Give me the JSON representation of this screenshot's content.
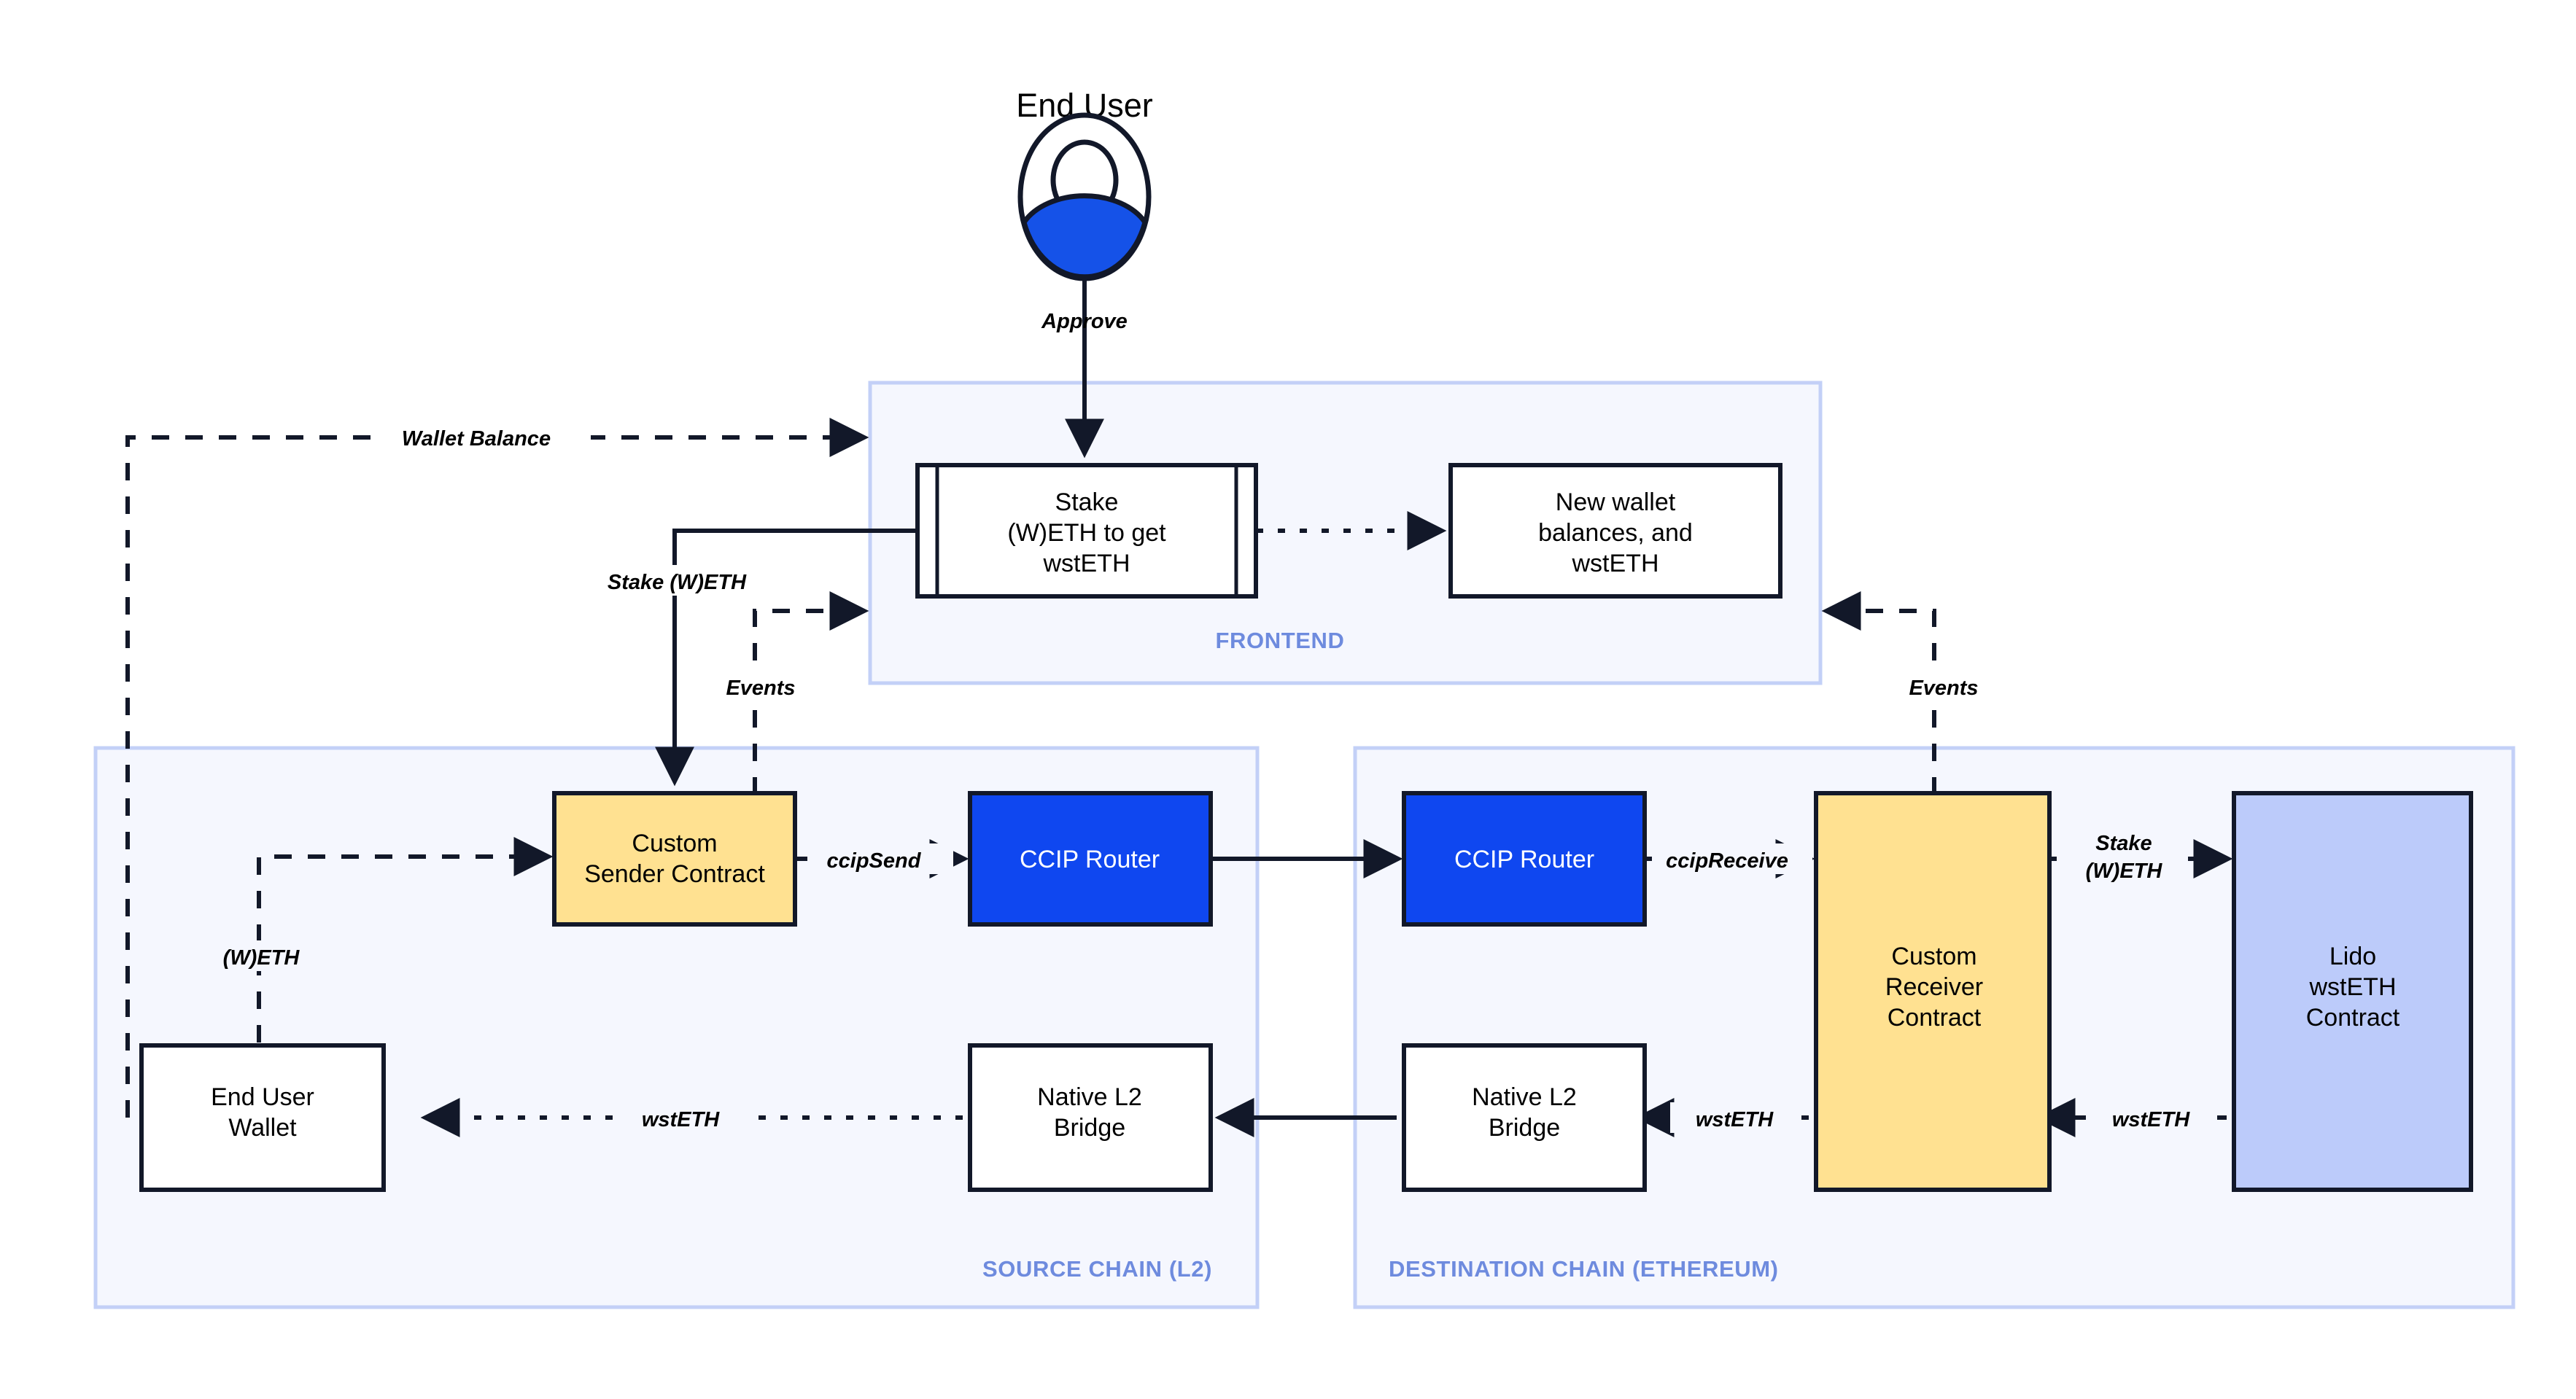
{
  "diagram": {
    "title": "Cross-chain wstETH staking architecture",
    "colors": {
      "panel_fill": "#F5F7FE",
      "panel_border": "#C3D0F7",
      "panel_label": "#6E8BDE",
      "node_stroke": "#121829",
      "yellow_fill": "#FFE191",
      "lavender_fill": "#BCCBFA",
      "blue_fill": "#0F47F0",
      "actor_accent": "#1552E8"
    }
  },
  "actor": {
    "title": "End User",
    "icon": "user-avatar-icon"
  },
  "panels": [
    {
      "id": "frontend",
      "label": "FRONTEND"
    },
    {
      "id": "source",
      "label": "SOURCE CHAIN (L2)"
    },
    {
      "id": "destination",
      "label": "DESTINATION CHAIN (ETHEREUM)"
    }
  ],
  "nodes": {
    "stake_action": {
      "lines": [
        "Stake",
        "(W)ETH to get",
        "wstETH"
      ],
      "shape": "subroutine",
      "fill": "white"
    },
    "new_balances": {
      "lines": [
        "New wallet",
        "balances, and",
        "wstETH"
      ],
      "shape": "rect",
      "fill": "white"
    },
    "end_user_wallet": {
      "lines": [
        "End User",
        "Wallet"
      ],
      "shape": "rect",
      "fill": "white"
    },
    "custom_sender": {
      "lines": [
        "Custom",
        "Sender Contract"
      ],
      "shape": "rect",
      "fill": "yellow"
    },
    "ccip_router_src": {
      "lines": [
        "CCIP Router"
      ],
      "shape": "rect",
      "fill": "blue"
    },
    "native_bridge_src": {
      "lines": [
        "Native L2",
        "Bridge"
      ],
      "shape": "rect",
      "fill": "white"
    },
    "ccip_router_dst": {
      "lines": [
        "CCIP Router"
      ],
      "shape": "rect",
      "fill": "blue"
    },
    "native_bridge_dst": {
      "lines": [
        "Native L2",
        "Bridge"
      ],
      "shape": "rect",
      "fill": "white"
    },
    "custom_receiver": {
      "lines": [
        "Custom",
        "Receiver",
        "Contract"
      ],
      "shape": "rect",
      "fill": "yellow"
    },
    "lido_contract": {
      "lines": [
        "Lido",
        "wstETH",
        "Contract"
      ],
      "shape": "rect",
      "fill": "lavender"
    }
  },
  "edges": [
    {
      "id": "approve",
      "label": "Approve",
      "style": "solid",
      "from": "actor",
      "to": "stake_action"
    },
    {
      "id": "wallet_balance",
      "label": "Wallet Balance",
      "style": "dashed",
      "from": "end_user_wallet",
      "to": "frontend_panel"
    },
    {
      "id": "stake_weth",
      "label": "Stake (W)ETH",
      "style": "solid",
      "from": "stake_action",
      "to": "custom_sender"
    },
    {
      "id": "events_left",
      "label": "Events",
      "style": "dashed",
      "from": "custom_sender",
      "to": "frontend_panel"
    },
    {
      "id": "events_right",
      "label": "Events",
      "style": "dashed",
      "from": "custom_receiver",
      "to": "frontend_panel"
    },
    {
      "id": "new_balances_link",
      "label": "",
      "style": "dotted",
      "from": "stake_action",
      "to": "new_balances"
    },
    {
      "id": "weth_in",
      "label": "(W)ETH",
      "style": "dashed",
      "from": "end_user_wallet",
      "to": "custom_sender"
    },
    {
      "id": "ccip_send",
      "label": "ccipSend",
      "style": "solid",
      "from": "custom_sender",
      "to": "ccip_router_src"
    },
    {
      "id": "cross_chain",
      "label": "",
      "style": "solid",
      "from": "ccip_router_src",
      "to": "ccip_router_dst"
    },
    {
      "id": "ccip_receive",
      "label": "ccipReceive",
      "style": "solid",
      "from": "ccip_router_dst",
      "to": "custom_receiver"
    },
    {
      "id": "stake_weth_dest",
      "label": "Stake\n(W)ETH",
      "style": "solid",
      "from": "custom_receiver",
      "to": "lido_contract"
    },
    {
      "id": "wsteth_lido",
      "label": "wstETH",
      "style": "solid",
      "from": "lido_contract",
      "to": "custom_receiver"
    },
    {
      "id": "wsteth_bridge_dst",
      "label": "wstETH",
      "style": "solid",
      "from": "custom_receiver",
      "to": "native_bridge_dst"
    },
    {
      "id": "wsteth_cross",
      "label": "",
      "style": "solid",
      "from": "native_bridge_dst",
      "to": "native_bridge_src"
    },
    {
      "id": "wsteth_wallet",
      "label": "wstETH",
      "style": "dotted",
      "from": "native_bridge_src",
      "to": "end_user_wallet"
    }
  ],
  "edge_labels": {
    "approve": "Approve",
    "wallet_balance": "Wallet Balance",
    "stake_weth": "Stake (W)ETH",
    "events_left": "Events",
    "events_right": "Events",
    "weth_in": "(W)ETH",
    "ccip_send": "ccipSend",
    "ccip_receive": "ccipReceive",
    "stake_weth_dest_l1": "Stake",
    "stake_weth_dest_l2": "(W)ETH",
    "wsteth_lido": "wstETH",
    "wsteth_bridge_dst": "wstETH",
    "wsteth_wallet": "wstETH"
  }
}
